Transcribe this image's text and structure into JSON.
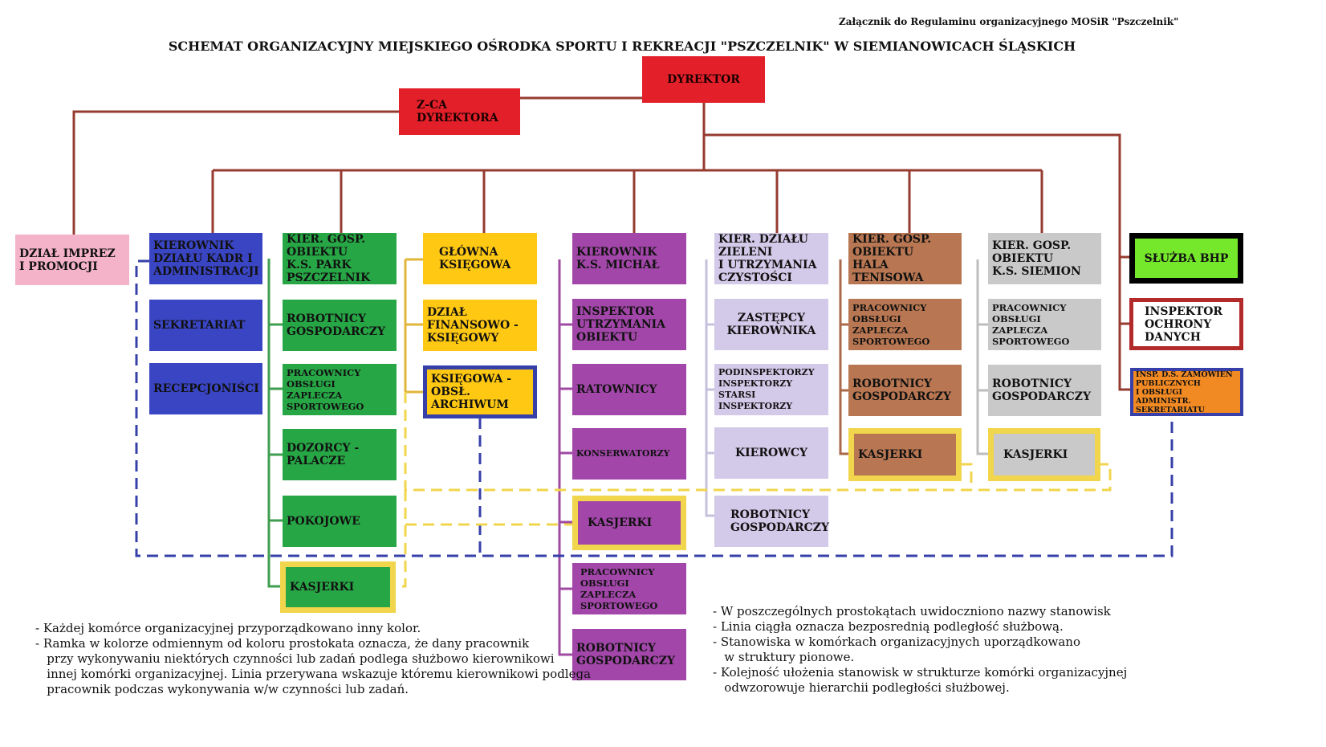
{
  "header": {
    "annex": "Załącznik do Regulaminu organizacyjnego MOSiR \"Pszczelnik\"",
    "title": "SCHEMAT ORGANIZACYJNY MIEJSKIEGO OŚRODKA SPORTU I REKREACJI \"PSZCZELNIK\" W SIEMIANOWICACH ŚLĄSKICH"
  },
  "colors": {
    "line": "#963b30",
    "dashed_blue": "#3740a8",
    "dashed_yellow": "#f1d54c"
  },
  "boxes": {
    "dyrektor": "DYREKTOR",
    "zca": "Z-CA\nDYREKTORA",
    "dzial_imprez": "DZIAŁ IMPREZ\nI PROMOCJI",
    "kadr": {
      "head": "KIEROWNIK\nDZIAŁU KADR I\nADMINISTRACJI",
      "items": [
        "SEKRETARIAT",
        "RECEPCJONIŚCI"
      ]
    },
    "pszczelnik": {
      "head": "KIER. GOSP.\nOBIEKTU\nK.S. PARK\nPSZCZELNIK",
      "items": [
        "ROBOTNICY\nGOSPODARCZY",
        "PRACOWNICY\nOBSŁUGI\nZAPLECZA\nSPORTOWEGO",
        "DOZORCY -\nPALACZE",
        "POKOJOWE",
        "KASJERKI"
      ]
    },
    "ksiegowa": {
      "head": "GŁÓWNA\nKSIĘGOWA",
      "items": [
        "DZIAŁ\nFINANSOWO -\nKSIĘGOWY",
        "KSIĘGOWA -\nOBSŁ.\nARCHIWUM"
      ]
    },
    "michal": {
      "head": "KIEROWNIK\nK.S. MICHAŁ",
      "items": [
        "INSPEKTOR\nUTRZYMANIA\nOBIEKTU",
        "RATOWNICY",
        "KONSERWATORZY",
        "KASJERKI",
        "PRACOWNICY\nOBSŁUGI\nZAPLECZA\nSPORTOWEGO",
        "ROBOTNICY\nGOSPODARCZY"
      ]
    },
    "zieleni": {
      "head": "KIER. DZIAŁU\nZIELENI\nI UTRZYMANIA\nCZYSTOŚCI",
      "items": [
        "ZASTĘPCY\nKIEROWNIKA",
        "PODINSPEKTORZY\nINSPEKTORZY\nSTARSI INSPEKTORZY",
        "KIEROWCY",
        "ROBOTNICY\nGOSPODARCZY"
      ]
    },
    "hala": {
      "head": "KIER. GOSP.\nOBIEKTU\nHALA TENISOWA",
      "items": [
        "PRACOWNICY\nOBSŁUGI\nZAPLECZA\nSPORTOWEGO",
        "ROBOTNICY\nGOSPODARCZY",
        "KASJERKI"
      ]
    },
    "siemion": {
      "head": "KIER. GOSP.\nOBIEKTU\nK.S. SIEMION",
      "items": [
        "PRACOWNICY\nOBSŁUGI\nZAPLECZA\nSPORTOWEGO",
        "ROBOTNICY\nGOSPODARCZY",
        "KASJERKI"
      ]
    },
    "bhp": "SŁUŻBA BHP",
    "iod": "INSPEKTOR\nOCHRONY\nDANYCH",
    "zamowien": "INSP. D.S. ZAMÓWIEŃ\nPUBLICZNYCH\nI OBSŁUGI ADMINISTR.\nSEKRETARIATU"
  },
  "notes": {
    "left": "- Każdej komórce organizacyjnej przyporządkowano inny kolor.\n- Ramka w kolorze odmiennym od koloru prostokata oznacza, że dany pracownik\n   przy wykonywaniu niektórych czynności lub zadań podlega służbowo kierownikowi\n   innej komórki organizacyjnej. Linia przerywana wskazuje któremu kierownikowi podlega\n   pracownik podczas wykonywania w/w czynności lub zadań.",
    "right": "- W poszczególnych prostokątach uwidoczniono nazwy stanowisk\n- Linia ciągła oznacza bezposrednią podległość służbową.\n- Stanowiska w komórkach organizacyjnych uporządkowano\n   w struktury pionowe.\n- Kolejność ułożenia stanowisk w strukturze komórki organizacyjnej\n   odwzorowuje hierarchii podległości służbowej."
  }
}
